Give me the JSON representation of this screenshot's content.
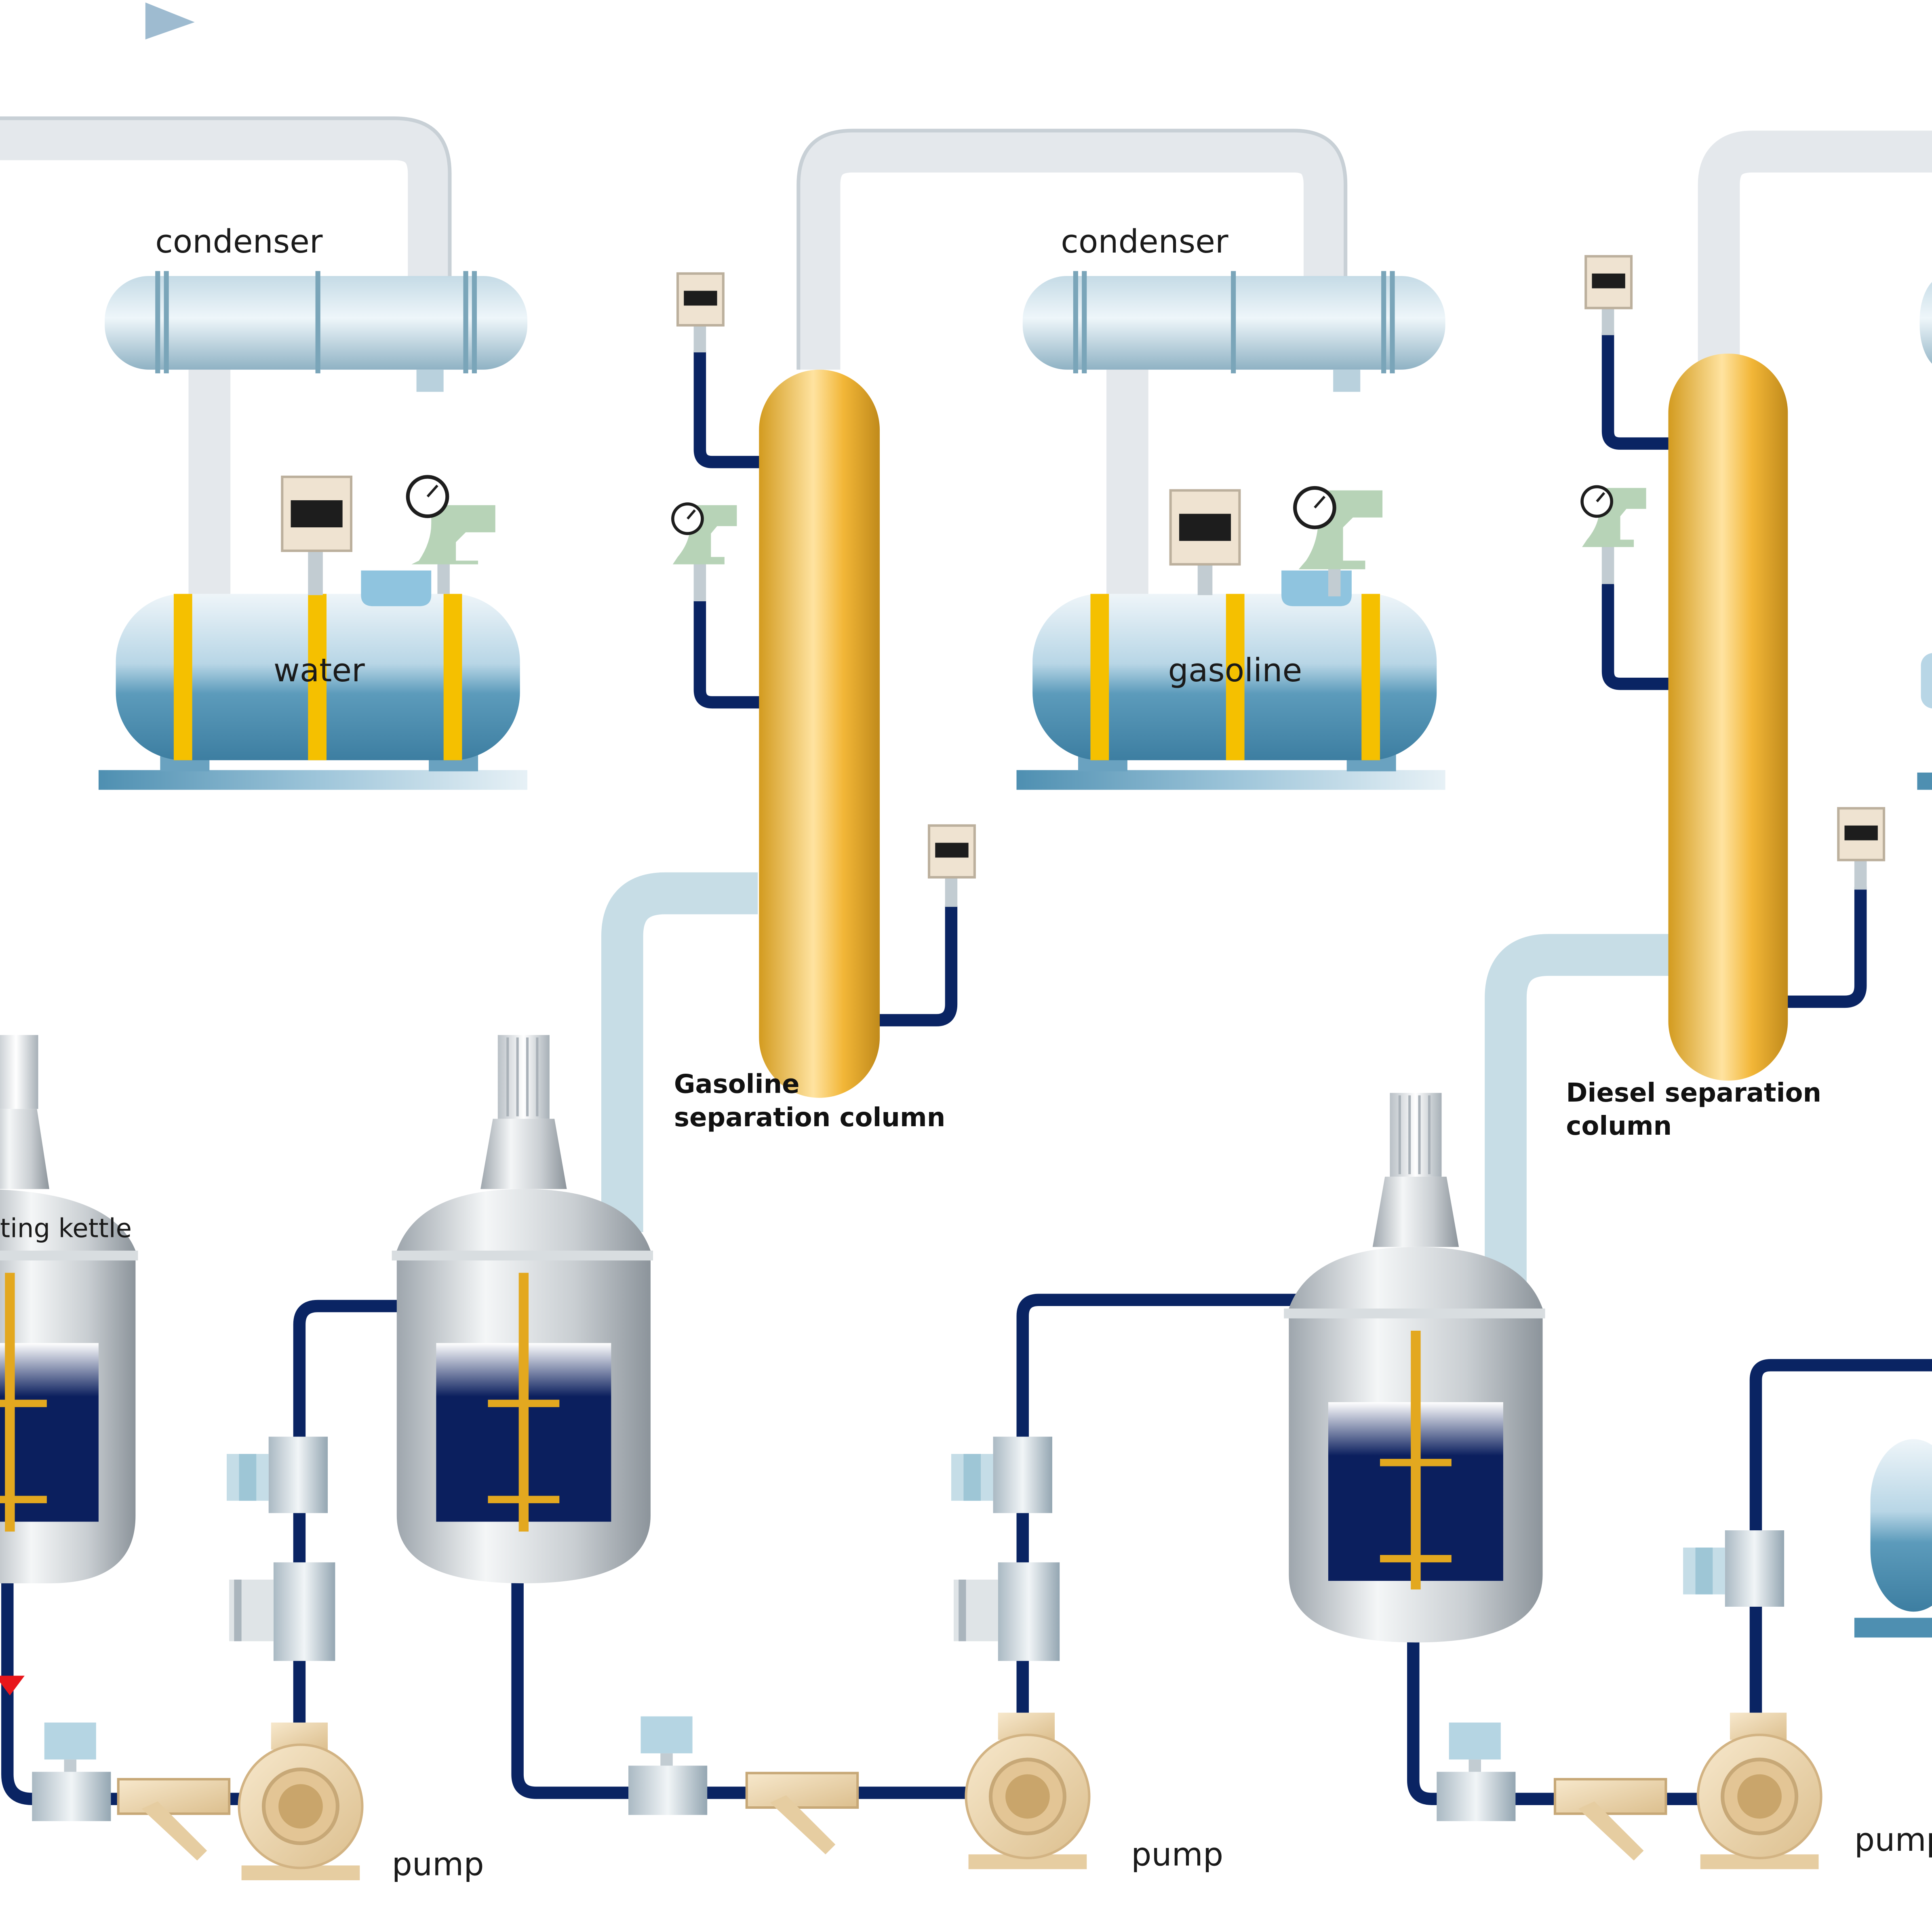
{
  "labels": {
    "condenser_1": "condenser",
    "condenser_2": "condenser",
    "tank_water": "water",
    "tank_gasoline": "gasoline",
    "gasoline_column_line1": "Gasoline",
    "gasoline_column_line2": "separation column",
    "diesel_column_line1": "Diesel separation",
    "diesel_column_line2": "column",
    "kettle_partial": "ting kettle",
    "pump_1": "pump",
    "pump_2": "pump",
    "pump_3": "pump"
  },
  "colors": {
    "pipe_navy": "#0a2463",
    "vapor_pipe": "#e6e9ec",
    "column_gold": "#f0b83a",
    "tank_blue": "#4e93b4",
    "tank_band": "#f5c000",
    "pump_beige": "#efd9b4",
    "kettle_liquid": "#0b1f5e",
    "red_marker": "#e8161b"
  }
}
